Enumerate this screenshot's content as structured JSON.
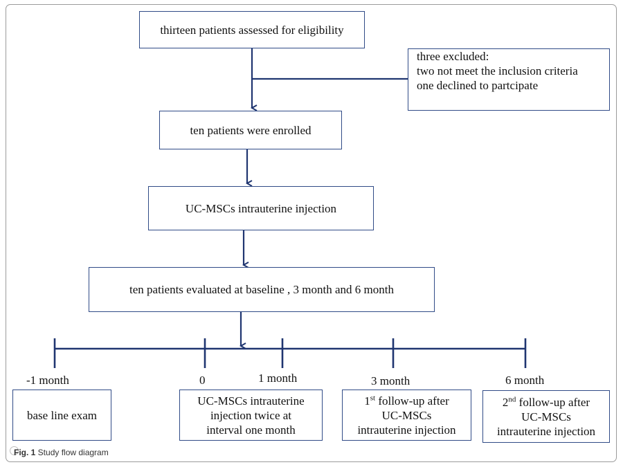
{
  "boxes": {
    "assessed": "thirteen patients assessed for eligibility",
    "excluded": [
      "three excluded:",
      "two not meet the inclusion criteria",
      "one declined to partcipate"
    ],
    "enrolled": "ten patients were enrolled",
    "injection": "UC-MSCs intrauterine injection",
    "evaluated": "ten patients evaluated at baseline , 3 month and 6 month"
  },
  "timeline": {
    "labels": [
      "-1 month",
      "0",
      "1 month",
      "3 month",
      "6 month"
    ]
  },
  "bottom_boxes": {
    "baseline": "base line exam",
    "twice": [
      "UC-MSCs intrauterine",
      "injection twice at",
      "interval one month"
    ],
    "first": {
      "num": "1",
      "sup": "st",
      "head": " follow-up after",
      "lines": [
        "UC-MSCs",
        "intrauterine injection"
      ]
    },
    "second": {
      "num": "2",
      "sup": "nd",
      "head": " follow-up after",
      "lines": [
        "UC-MSCs",
        "intrauterine injection"
      ]
    }
  },
  "caption": {
    "label": "Fig. 1",
    "text": " Study flow diagram"
  },
  "colors": {
    "line": "#1f3570",
    "box_border": "#2f4a86"
  }
}
